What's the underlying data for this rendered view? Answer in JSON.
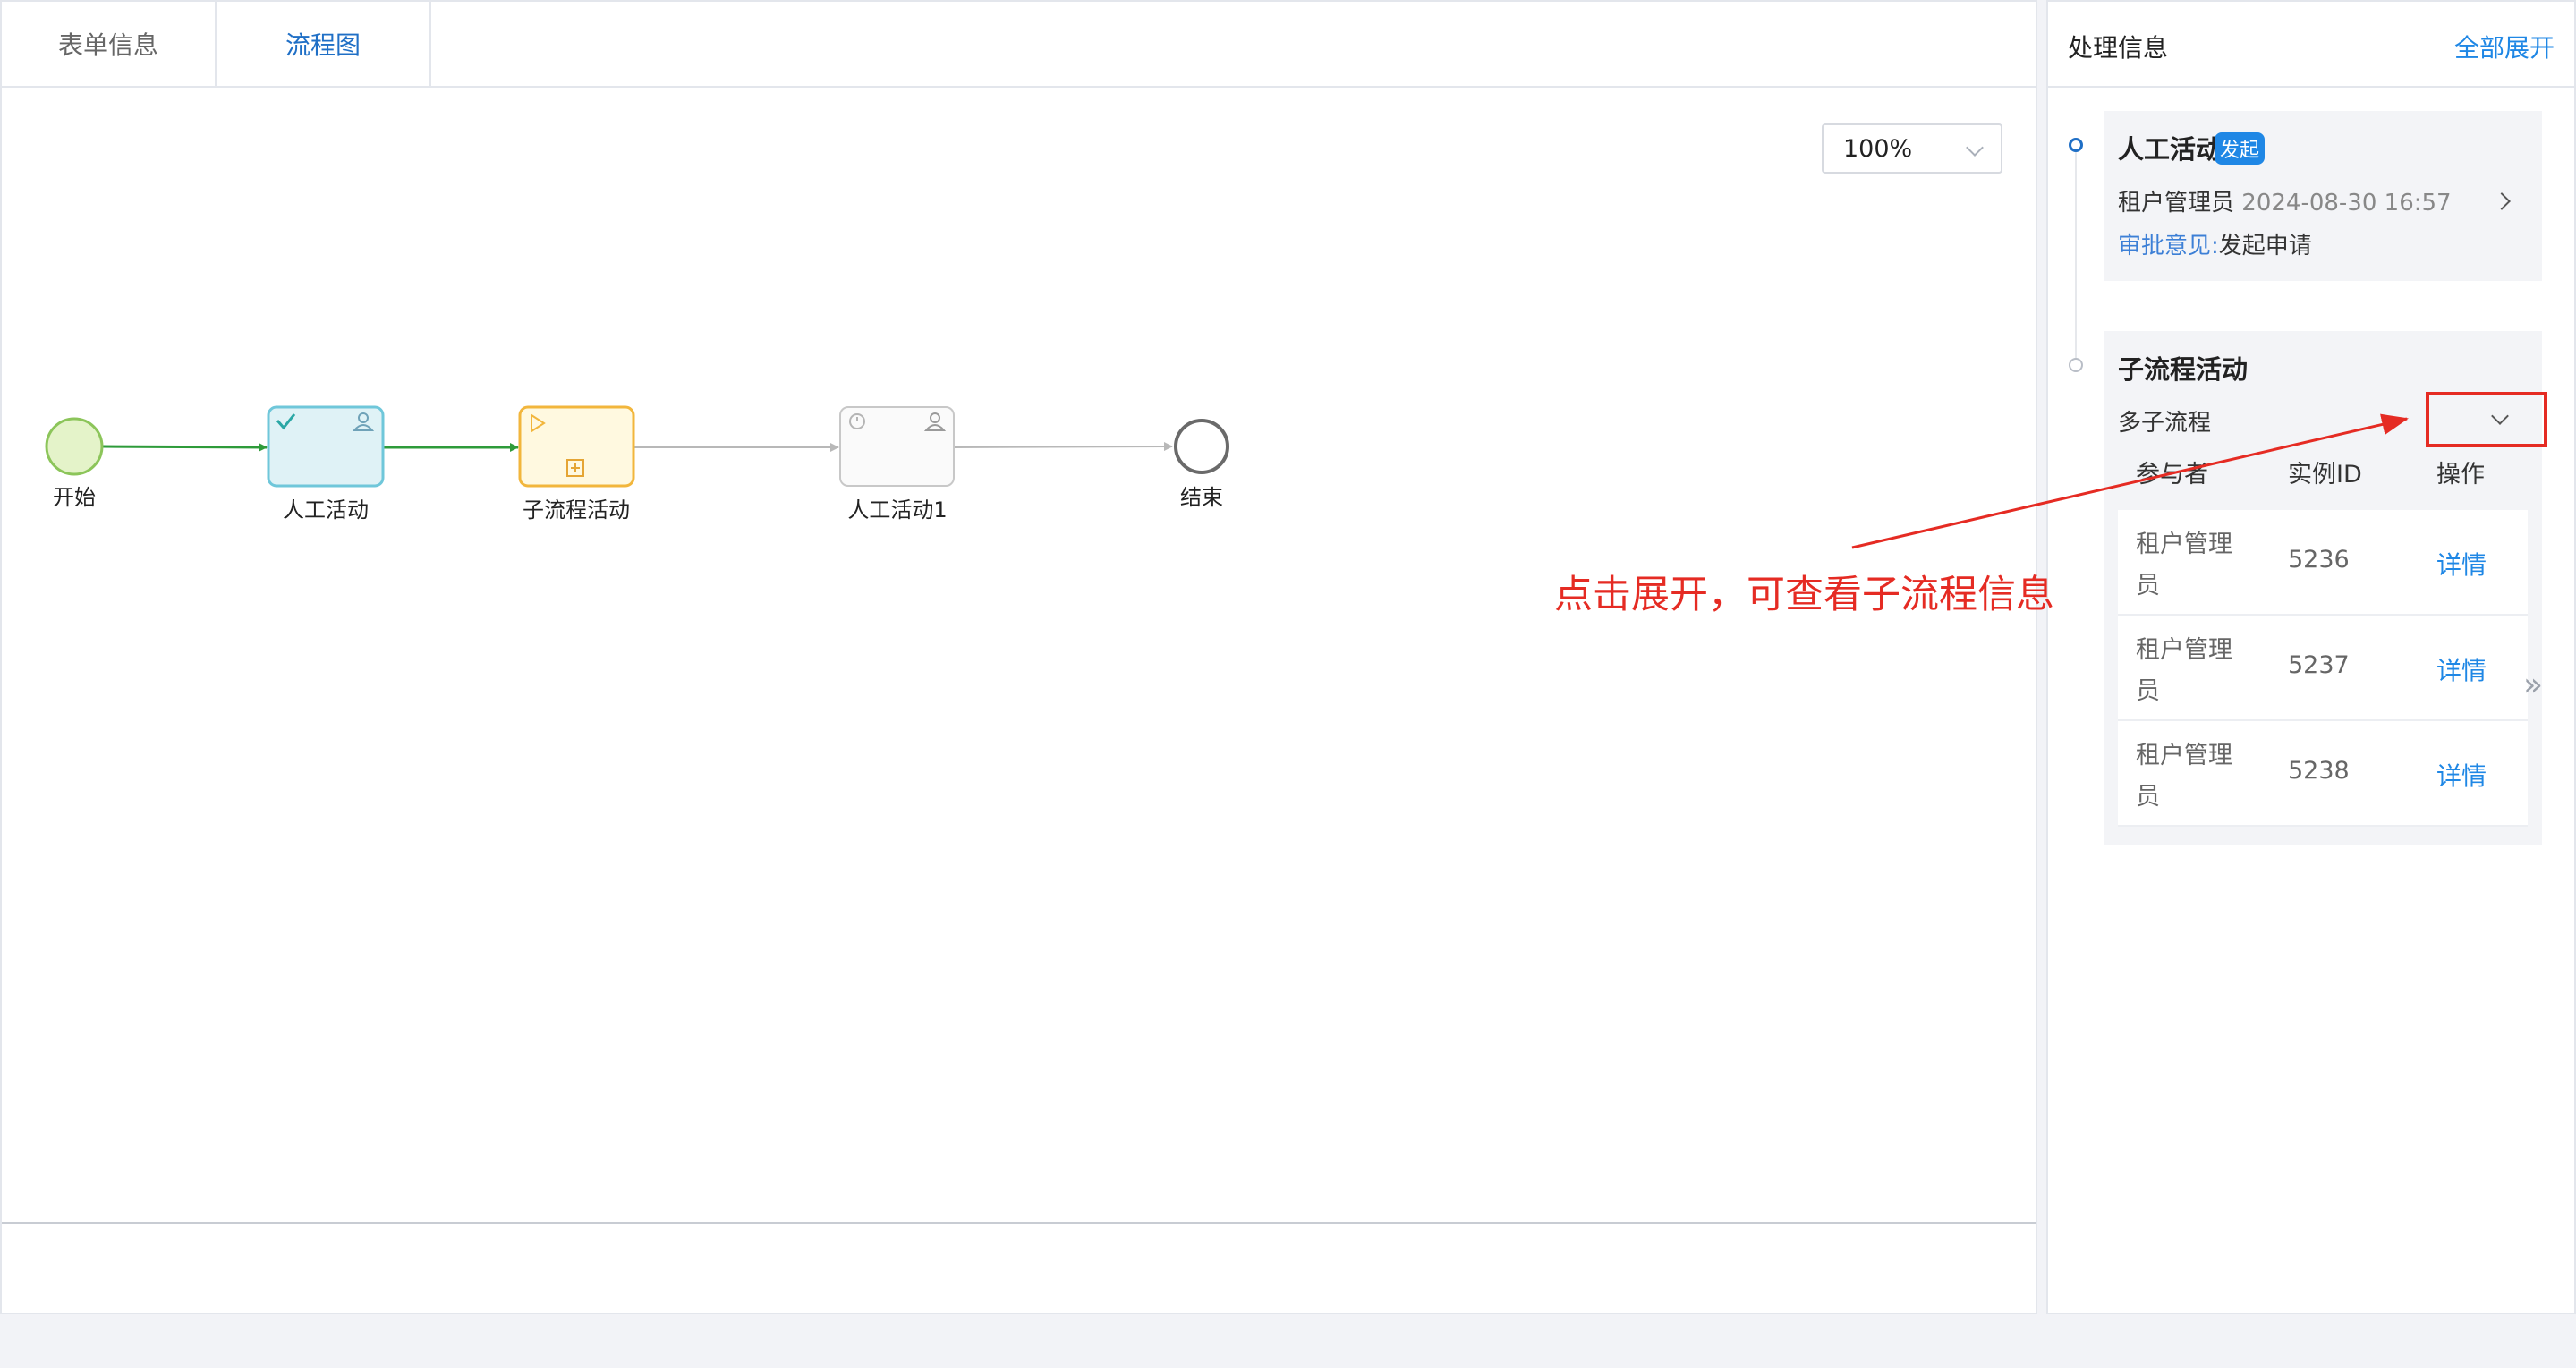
{
  "tabs": [
    {
      "label": "表单信息",
      "active": false
    },
    {
      "label": "流程图",
      "active": true
    }
  ],
  "zoom": {
    "value": "100%"
  },
  "flow": {
    "nodes": {
      "start": "开始",
      "task1": "人工活动",
      "sub": "子流程活动",
      "task2": "人工活动1",
      "end": "结束"
    }
  },
  "side": {
    "title": "处理信息",
    "expand_all": "全部展开",
    "card1": {
      "title": "人工活动",
      "badge": "发起",
      "user": "租户管理员",
      "time": "2024-08-30 16:57",
      "opinion_label": "审批意见:",
      "opinion_value": "发起申请"
    },
    "card2": {
      "title": "子流程活动",
      "multi_label": "多子流程",
      "columns": [
        "参与者",
        "实例ID",
        "操作"
      ],
      "rows": [
        {
          "name": "租户管理员",
          "id": "5236",
          "op": "详情"
        },
        {
          "name": "租户管理员",
          "id": "5237",
          "op": "详情"
        },
        {
          "name": "租户管理员",
          "id": "5238",
          "op": "详情"
        }
      ]
    }
  },
  "annotation": {
    "text": "点击展开，可查看子流程信息"
  },
  "colors": {
    "accent": "#1f87e5",
    "annotation": "#e52b23",
    "done_flow": "#2e9b3a",
    "pending_flow": "#b8b8b8"
  }
}
